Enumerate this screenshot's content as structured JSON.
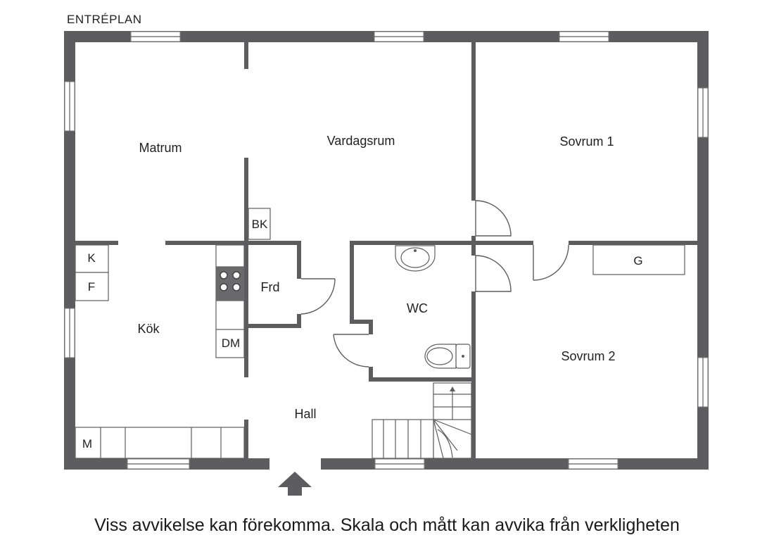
{
  "plan_title": "ENTRÉPLAN",
  "rooms": {
    "matrum": "Matrum",
    "vardagsrum": "Vardagsrum",
    "sovrum1": "Sovrum 1",
    "sovrum2": "Sovrum 2",
    "kok": "Kök",
    "hall": "Hall",
    "wc": "WC",
    "frd": "Frd",
    "bk": "BK",
    "dm": "DM",
    "k": "K",
    "f": "F",
    "m": "M",
    "g": "G"
  },
  "disclaimer": "Viss avvikelse kan förekomma. Skala och mått kan avvika från verkligheten",
  "colors": {
    "wall": "#5d5d5f",
    "background": "#ffffff"
  }
}
